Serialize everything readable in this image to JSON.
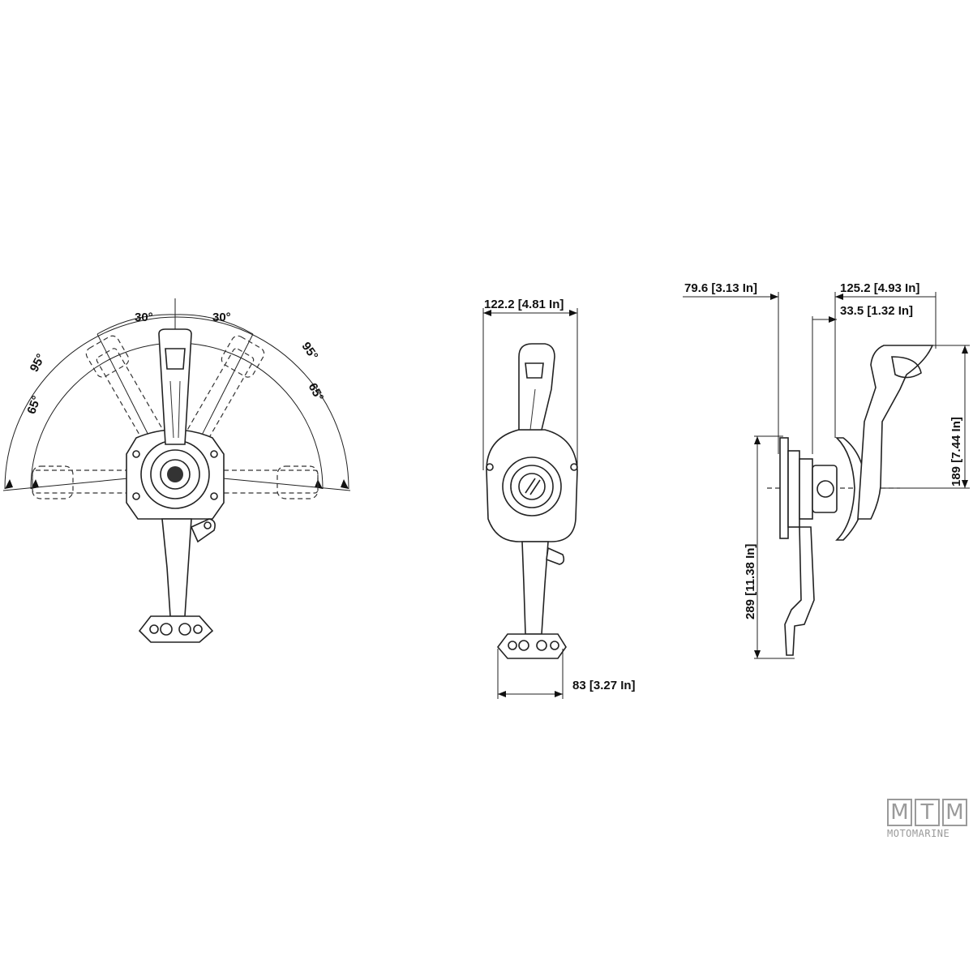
{
  "drawing": {
    "front_view": {
      "angles": {
        "top_left": "30°",
        "top_right": "30°",
        "outer_left": "95°",
        "inner_left": "65°",
        "outer_right": "95°",
        "inner_right": "65°"
      }
    },
    "side_view": {
      "width_label": "122.2 [4.81 In]",
      "base_label": "83 [3.27 In]"
    },
    "profile_view": {
      "left_offset_label": "79.6 [3.13 In]",
      "right_offset_label": "125.2 [4.93 In]",
      "inner_offset_label": "33.5 [1.32 In]",
      "upper_height_label": "189 [7.44 In]",
      "lower_height_label": "289 [11.38 In]"
    }
  },
  "logo": {
    "letters": [
      "M",
      "T",
      "M"
    ],
    "word": "MOTOMARINE",
    "color": "#9a9a9a"
  }
}
